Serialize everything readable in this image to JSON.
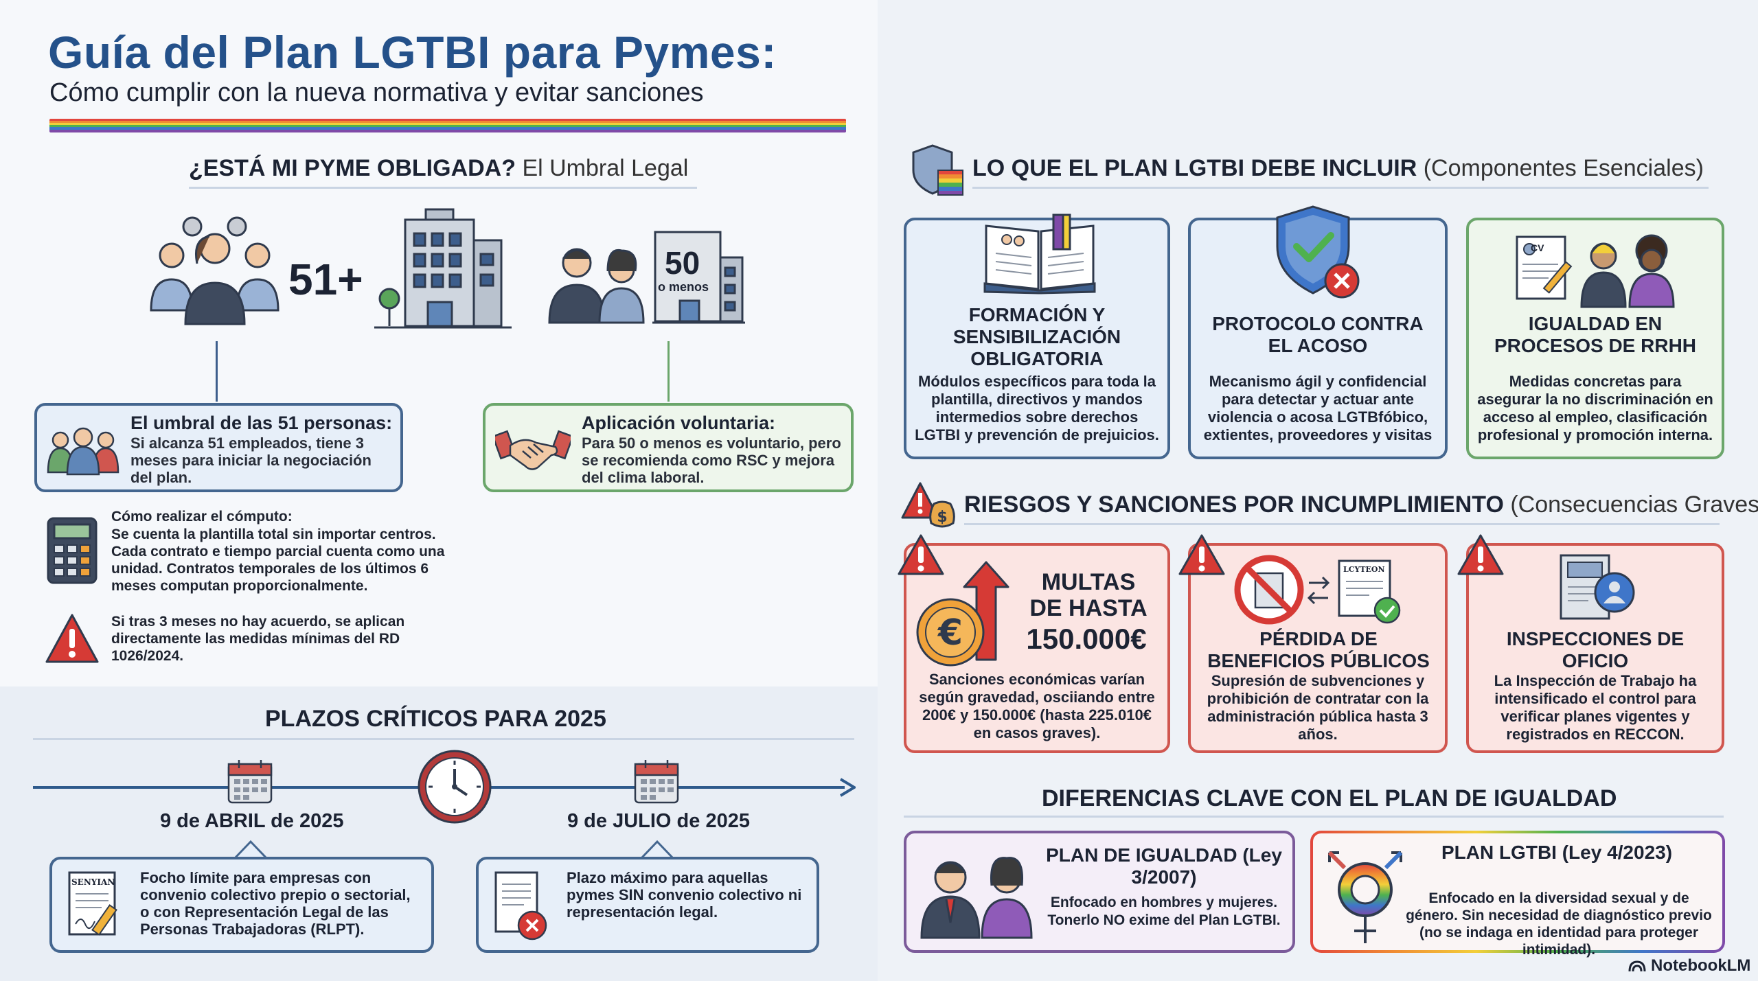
{
  "header": {
    "title": "Guía del Plan LGTBI para Pymes:",
    "subtitle": "Cómo cumplir con la nueva normativa y evitar sanciones"
  },
  "threshold": {
    "heading_bold": "¿ESTÁ MI PYME OBLIGADA?",
    "heading_light": "El Umbral Legal",
    "big_number": "51+",
    "small_number": "50",
    "small_number_caption": "o menos",
    "box1": {
      "title": "El umbral de las 51 personas:",
      "text": "Si alcanza 51 empleados, tiene 3 meses para iniciar la negociación del plan."
    },
    "box2": {
      "title": "Aplicación voluntaria:",
      "text": "Para 50 o menos es voluntario, pero se recomienda como RSC y mejora del clima laboral."
    },
    "compute": {
      "title": "Cómo realizar el cómputo:",
      "text": "Se cuenta la plantilla total sin importar centros. Cada contrato e tiempo parcial cuenta como una unidad. Contratos temporales de los últimos 6 meses computan proporcionalmente."
    },
    "warning": "Si tras 3 meses no hay acuerdo, se aplican directamente las medidas mínimas del RD 1026/2024."
  },
  "deadlines": {
    "heading": "PLAZOS CRÍTICOS PARA 2025",
    "date1": "9 de ABRIL de 2025",
    "date2": "9 de JULIO de 2025",
    "box1": "Focho límite para empresas con convenio colectivo prepio o sectorial, o con Representación Legal de las Personas Trabajadoras (RLPT).",
    "box1_doc_label": "SENYIAN",
    "box2": "Plazo máximo para aquellas pymes SIN convenio colectivo ni representación legal."
  },
  "components": {
    "heading_bold": "LO QUE EL PLAN LGTBI DEBE INCLUIR",
    "heading_light": "(Componentes Esenciales)",
    "cards": [
      {
        "title": "FORMACIÓN Y SENSIBILIZACIÓN OBLIGATORIA",
        "text": "Módulos específicos para toda la plantilla, directivos y mandos intermedios sobre derechos LGTBI y prevención de prejuicios."
      },
      {
        "title": "PROTOCOLO CONTRA EL ACOSO",
        "text": "Mecanismo ágil y confidencial para detectar y actuar ante violencia o acosa LGTBfóbico, extientes, proveedores y visitas"
      },
      {
        "title": "IGUALDAD EN PROCESOS DE RRHH",
        "text": "Medidas concretas para asegurar la no discriminación en acceso al empleo, clasificación profesional y promoción interna."
      }
    ],
    "cv_label": "CV"
  },
  "risks": {
    "heading_bold": "RIESGOS Y SANCIONES POR INCUMPLIMIENTO",
    "heading_light": "(Consecuencias Graves)",
    "fine": {
      "line1": "MULTAS",
      "line2": "DE HASTA",
      "amount": "150.000€",
      "text": "Sanciones económicas varían según gravedad, osciiando entre 200€ y 150.000€ (hasta 225.010€ en casos graves)."
    },
    "loss": {
      "title": "PÉRDIDA DE BENEFICIOS PÚBLICOS",
      "text": "Supresión de subvenciones y prohibición de contratar con la administración pública hasta 3 años.",
      "doc_label": "LCYTEON"
    },
    "inspection": {
      "title": "INSPECCIONES DE OFICIO",
      "text": "La Inspección de Trabajo ha intensificado el control para verificar planes vigentes y registrados en RECCON."
    }
  },
  "differences": {
    "heading": "DIFERENCIAS CLAVE CON EL PLAN DE IGUALDAD",
    "igualdad": {
      "title": "PLAN DE IGUALDAD (Ley 3/2007)",
      "text": "Enfocado en hombres y mujeres. Tonerlo NO exime del Plan LGTBI."
    },
    "lgtbi": {
      "title": "PLAN LGTBI (Ley 4/2023)",
      "text": "Enfocado en la diversidad sexual y de género. Sin necesidad de diagnóstico previo (no se indaga en identidad para proteger intimidad)."
    }
  },
  "watermark": "NotebookLM",
  "colors": {
    "title_blue": "#24518a",
    "card_blue_border": "#44668f",
    "card_green_border": "#6ba66b",
    "card_red_border": "#d0564f",
    "card_purple_border": "#7b5b9a",
    "warning_red": "#d63a35"
  }
}
